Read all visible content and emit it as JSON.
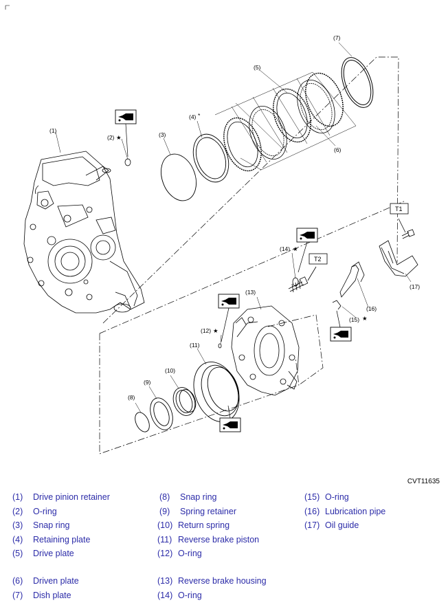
{
  "diagram": {
    "figure_code": "CVT11635",
    "callouts": {
      "c1": "(1)",
      "c2": "(2)",
      "c3": "(3)",
      "c4": "(4)",
      "c5": "(5)",
      "c6": "(6)",
      "c7": "(7)",
      "c8": "(8)",
      "c9": "(9)",
      "c10": "(10)",
      "c11": "(11)",
      "c12": "(12)",
      "c13": "(13)",
      "c14": "(14)",
      "c15": "(15)",
      "c16": "(16)",
      "c17": "(17)"
    },
    "star": "★",
    "asterisk": "*",
    "tool_boxes": {
      "t1": "T1",
      "t2": "T2"
    }
  },
  "legend": {
    "items": [
      {
        "num": "(1)",
        "label": "Drive pinion retainer"
      },
      {
        "num": "(2)",
        "label": "O-ring"
      },
      {
        "num": "(3)",
        "label": "Snap ring"
      },
      {
        "num": "(4)",
        "label": "Retaining plate"
      },
      {
        "num": "(5)",
        "label": "Drive plate"
      },
      {
        "num": "(6)",
        "label": "Driven plate"
      },
      {
        "num": "(7)",
        "label": "Dish plate"
      },
      {
        "num": "(8)",
        "label": "Snap ring"
      },
      {
        "num": "(9)",
        "label": "Spring retainer"
      },
      {
        "num": "(10)",
        "label": "Return spring"
      },
      {
        "num": "(11)",
        "label": "Reverse brake piston"
      },
      {
        "num": "(12)",
        "label": "O-ring"
      },
      {
        "num": "(13)",
        "label": "Reverse brake housing"
      },
      {
        "num": "(14)",
        "label": "O-ring"
      },
      {
        "num": "(15)",
        "label": "O-ring"
      },
      {
        "num": "(16)",
        "label": "Lubrication pipe"
      },
      {
        "num": "(17)",
        "label": "Oil guide"
      }
    ]
  },
  "colors": {
    "legend_text": "#2b2ba8",
    "line": "#000000"
  }
}
